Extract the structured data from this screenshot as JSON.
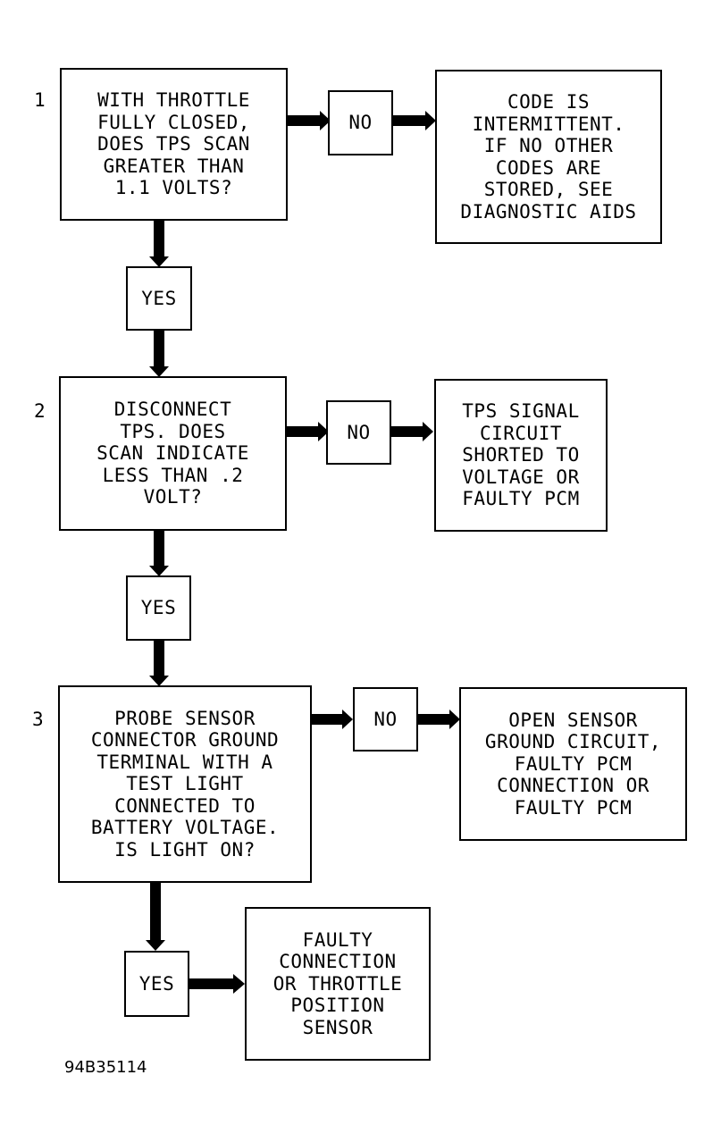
{
  "colors": {
    "ink": "#000000",
    "background": "#ffffff"
  },
  "steps": [
    {
      "number": "1",
      "question": [
        "WITH THROTTLE",
        "FULLY CLOSED,",
        "DOES TPS SCAN",
        "GREATER THAN",
        "1.1 VOLTS?"
      ],
      "no_label": "NO",
      "no_result": [
        "CODE IS",
        "INTERMITTENT.",
        "IF NO OTHER",
        "CODES ARE",
        "STORED, SEE",
        "DIAGNOSTIC AIDS"
      ],
      "yes_label": "YES"
    },
    {
      "number": "2",
      "question": [
        "DISCONNECT",
        "TPS. DOES",
        "SCAN INDICATE",
        "LESS THAN .2",
        "VOLT?"
      ],
      "no_label": "NO",
      "no_result": [
        "TPS SIGNAL",
        "CIRCUIT",
        "SHORTED TO",
        "VOLTAGE OR",
        "FAULTY PCM"
      ],
      "yes_label": "YES"
    },
    {
      "number": "3",
      "question": [
        "PROBE SENSOR",
        "CONNECTOR GROUND",
        "TERMINAL WITH A",
        "TEST LIGHT",
        "CONNECTED TO",
        "BATTERY VOLTAGE.",
        "IS LIGHT ON?"
      ],
      "no_label": "NO",
      "no_result": [
        "OPEN SENSOR",
        "GROUND CIRCUIT,",
        "FAULTY PCM",
        "CONNECTION OR",
        "FAULTY PCM"
      ],
      "yes_label": "YES",
      "yes_result": [
        "FAULTY",
        "CONNECTION",
        "OR THROTTLE",
        "POSITION",
        "SENSOR"
      ]
    }
  ],
  "figure_id": "94B35114"
}
